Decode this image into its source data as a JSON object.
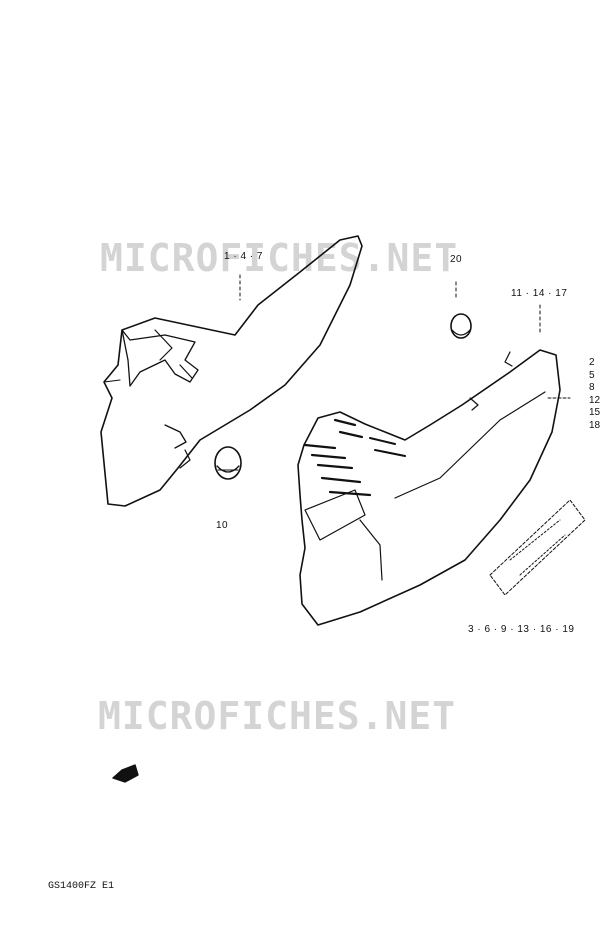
{
  "watermark": {
    "text": "MICROFICHES.NET"
  },
  "callouts": {
    "top_left": "1 · 4 · 7",
    "grommet_top": "20",
    "top_right": "11 · 14 · 17",
    "right_column": [
      "2",
      "5",
      "8",
      "12",
      "15",
      "18"
    ],
    "grommet_left": "10",
    "bottom_right": "3 · 6 · 9 · 13 · 16 · 19"
  },
  "drawing_code": "GS1400FZ  E1",
  "colors": {
    "line": "#111111",
    "watermark": "#d4d4d4"
  }
}
